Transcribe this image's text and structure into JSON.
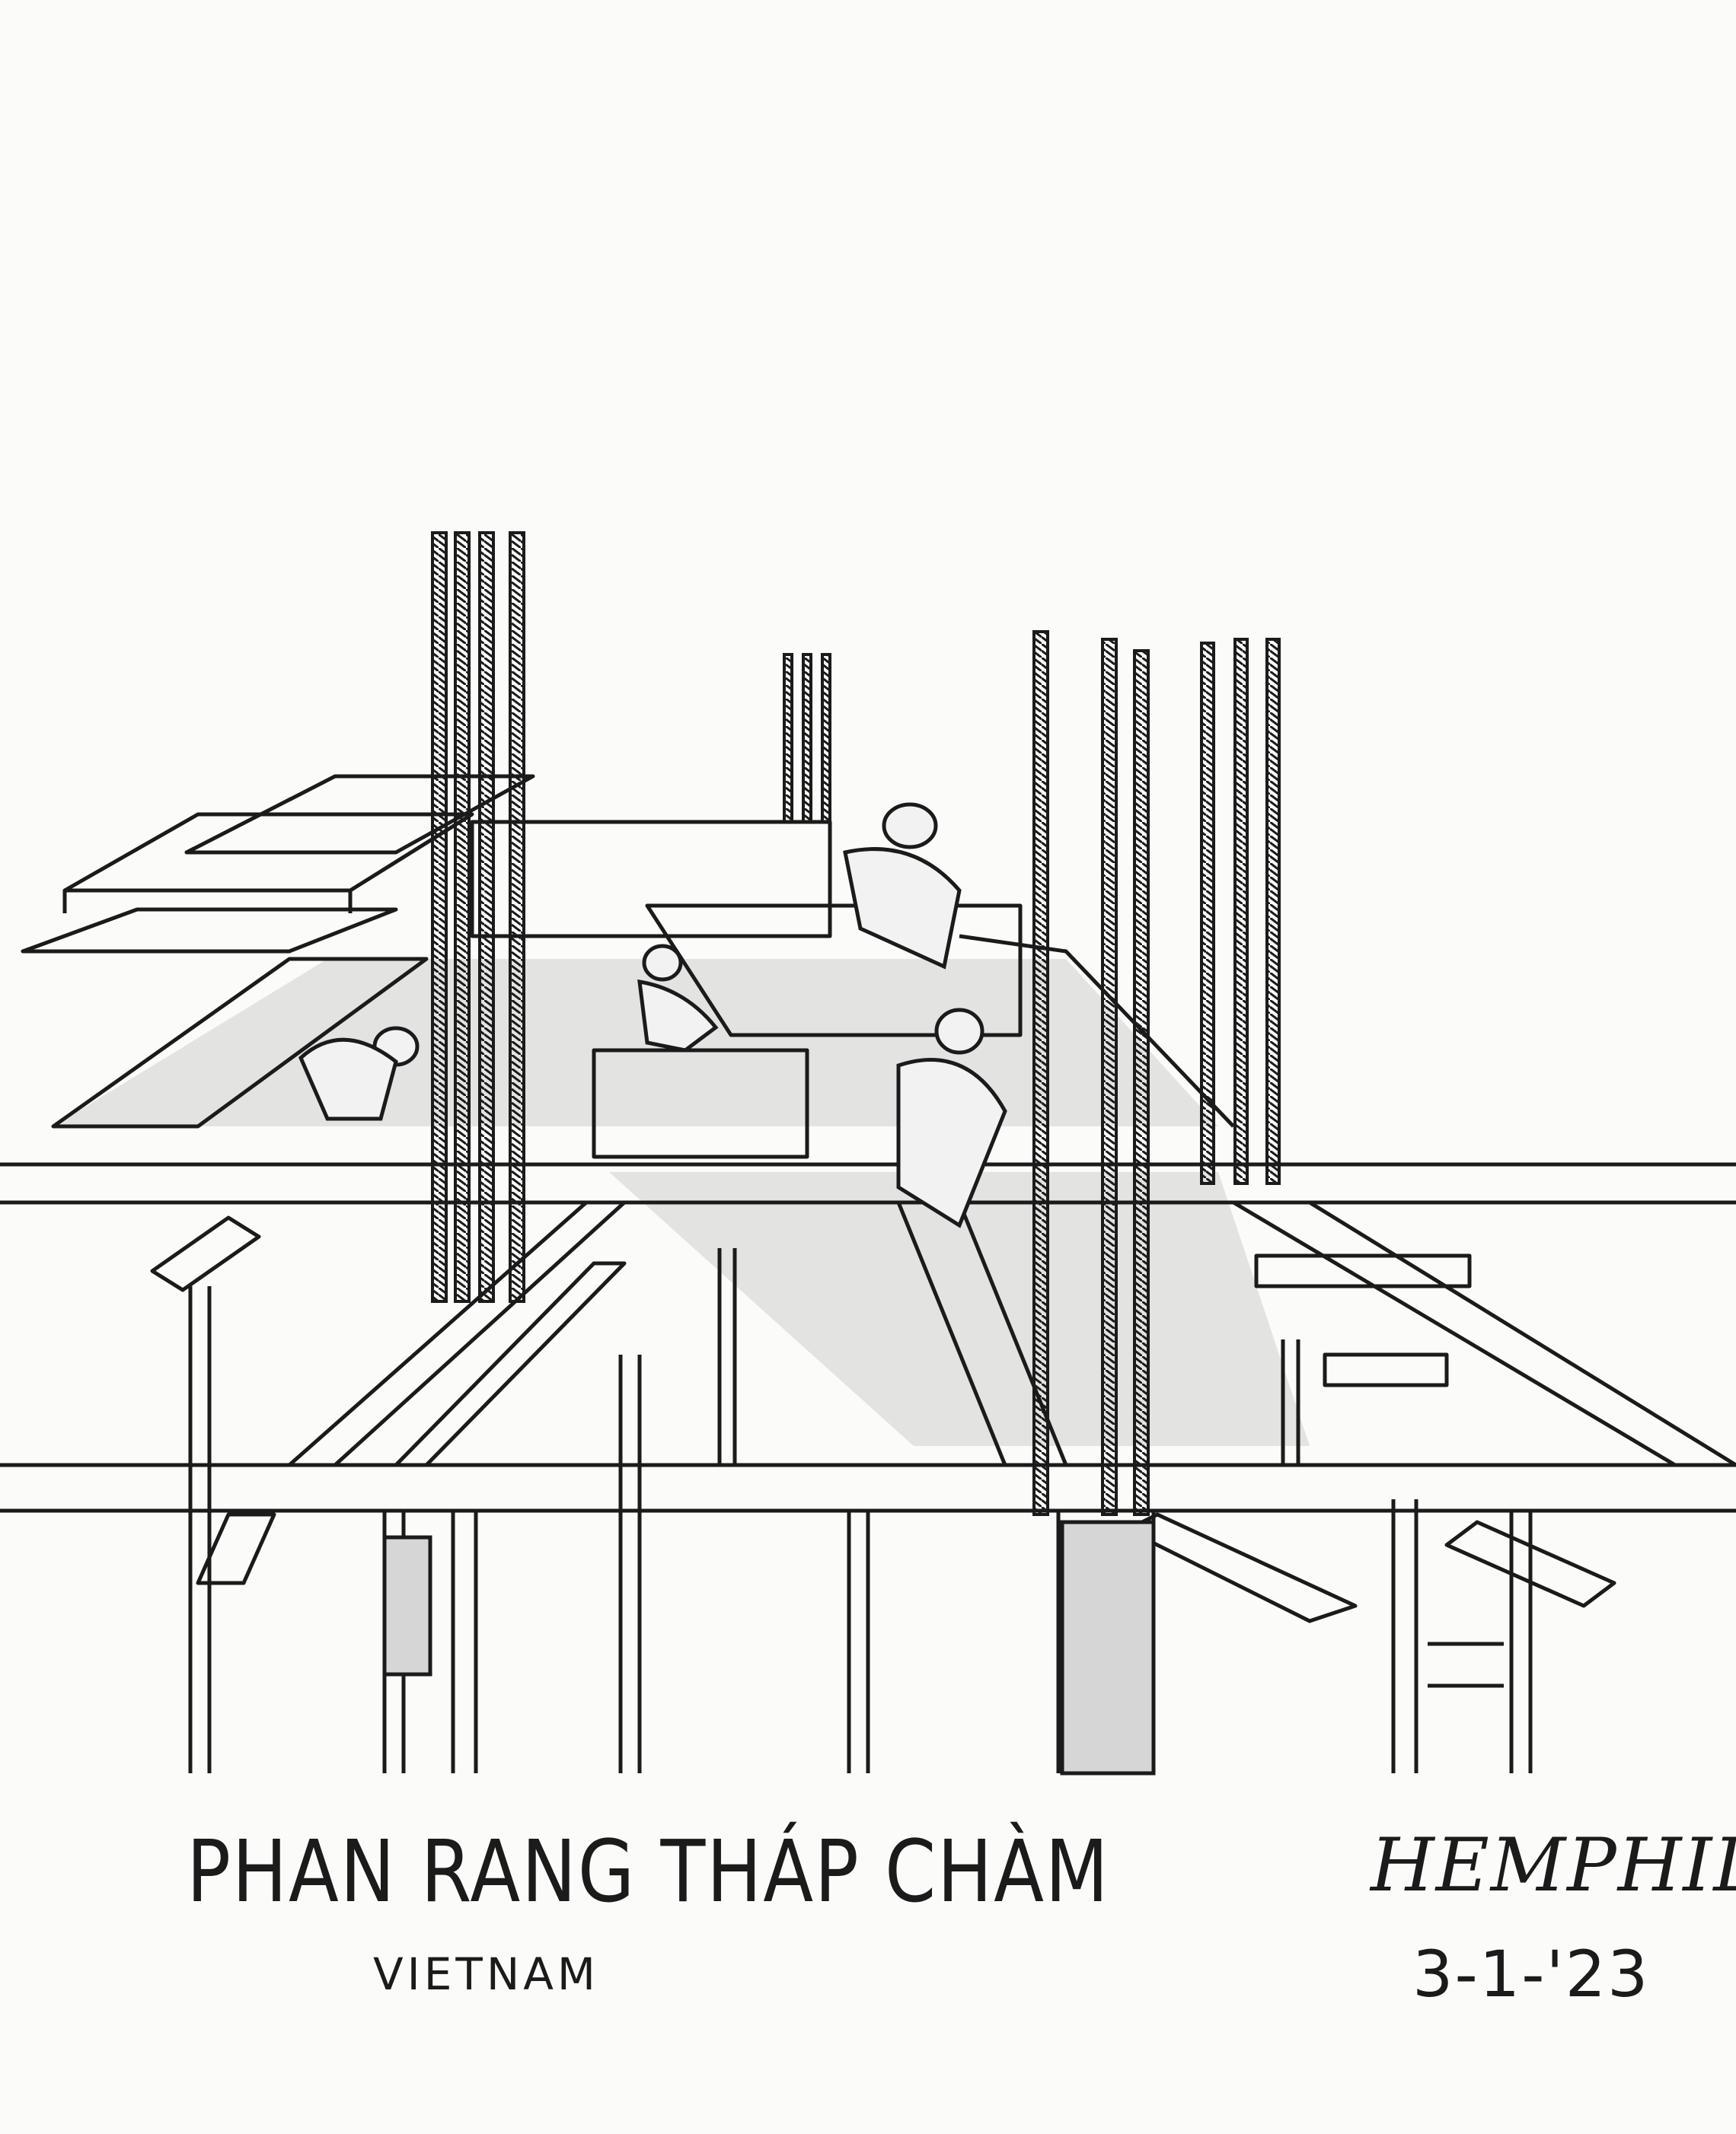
{
  "caption": {
    "title": "PHAN RANG THÁP CHÀM",
    "subtitle": "VIETNAM",
    "signature": "HEMPHILL",
    "date": "3-1-'23"
  },
  "colors": {
    "paper": "#fbfbf9",
    "ink": "#1b1b1b",
    "wash": "#bdbdbd"
  }
}
